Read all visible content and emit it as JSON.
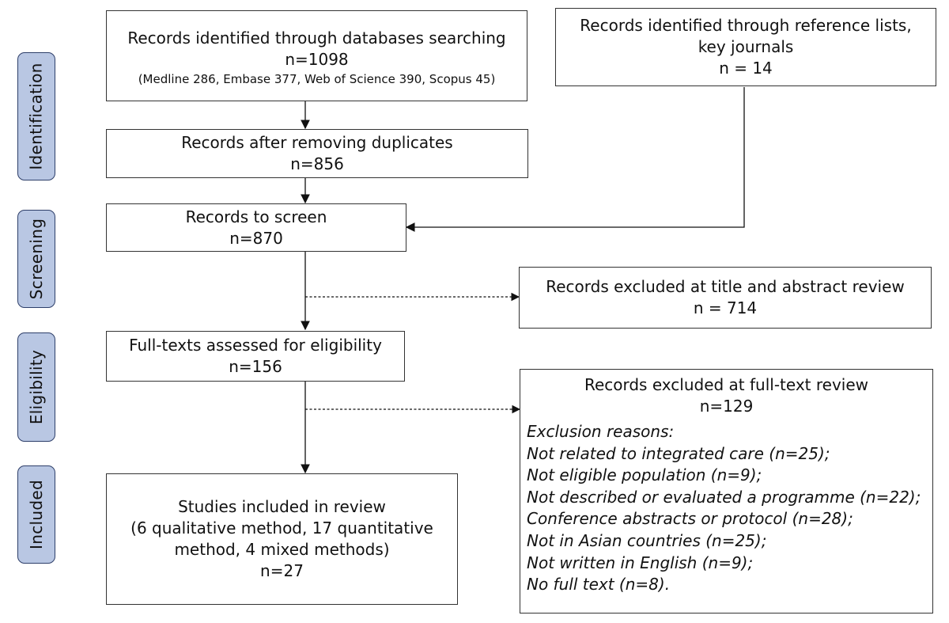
{
  "phases": {
    "identification": "Identification",
    "screening": "Screening",
    "eligibility": "Eligibility",
    "included": "Included"
  },
  "boxes": {
    "databases": {
      "title": "Records identified through databases searching",
      "count": "n=1098",
      "detail": "(Medline 286, Embase 377, Web of Science 390, Scopus 45)"
    },
    "reference_lists": {
      "line1": "Records identified through reference lists,",
      "line2": "key journals",
      "count": "n = 14"
    },
    "duplicates_removed": {
      "title": "Records after removing duplicates",
      "count": "n=856"
    },
    "to_screen": {
      "title": "Records to screen",
      "count": "n=870"
    },
    "excluded_title_abstract": {
      "title": "Records excluded at title and abstract review",
      "count": "n = 714"
    },
    "full_texts": {
      "title": "Full-texts assessed for eligibility",
      "count": "n=156"
    },
    "excluded_full_text": {
      "title": "Records excluded at full-text review",
      "count": "n=129",
      "reasons": [
        "Exclusion reasons:",
        "Not related to integrated care (n=25);",
        "Not eligible population (n=9);",
        "Not described or evaluated a programme (n=22);",
        "Conference abstracts or protocol (n=28);",
        "Not in Asian countries (n=25);",
        "Not written in English (n=9);",
        "No full text (n=8)."
      ]
    },
    "included": {
      "line1": "Studies included in review",
      "line2": "(6 qualitative method, 17 quantitative",
      "line3": "method, 4 mixed methods)",
      "count": "n=27"
    }
  },
  "colors": {
    "phase_fill": "#b9c7e3",
    "phase_border": "#2e3f6a",
    "box_border": "#333333"
  }
}
